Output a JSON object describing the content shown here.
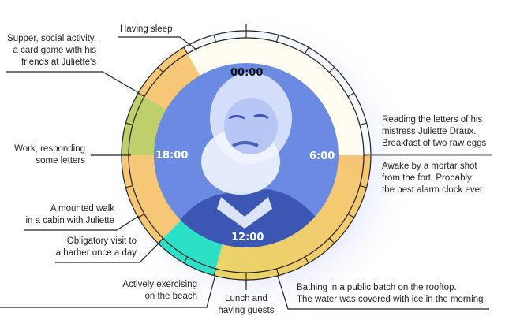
{
  "hours": {
    "h0": "00:00",
    "h6": "6:00",
    "h12": "12:00",
    "h18": "18:00"
  },
  "activities": [
    {
      "id": "sleep",
      "label": "Having sleep",
      "start": 22,
      "end": 6,
      "color": "#fffcf2"
    },
    {
      "id": "morning",
      "label": "Awake by a mortar shot from the fort. Probably the best alarm clock ever",
      "start": 6,
      "end": 13,
      "color": "#f7c776",
      "color2": "#ebd166"
    },
    {
      "id": "exercise",
      "label": "Actively exercising on the beach",
      "start": 13,
      "end": 15,
      "color": "#2be0c6"
    },
    {
      "id": "afternoon",
      "label": "A mounted walk in a cabin with Juliette",
      "start": 15,
      "end": 18,
      "color": "#f6c776"
    },
    {
      "id": "work",
      "label": "Work, responding some letters",
      "start": 18,
      "end": 20,
      "color": "#bfcf6c"
    },
    {
      "id": "supper",
      "label": "Supper, social activity, a card game with his friends at Juliette's",
      "start": 20,
      "end": 22,
      "color": "#f6c776"
    }
  ],
  "labels": {
    "sleep": [
      "Having sleep"
    ],
    "supper": [
      "Supper, social activity,",
      "a card game with his",
      "friends at Juliette's"
    ],
    "work": [
      "Work, responding",
      "some letters"
    ],
    "walk": [
      "A mounted walk",
      "in a cabin with Juliette"
    ],
    "barber": [
      "Obligatory visit to",
      "a barber once a day"
    ],
    "exercise": [
      "Actively exercising",
      "on the beach"
    ],
    "lunch": [
      "Lunch and",
      "having guests"
    ],
    "bathing": [
      "Bathing in a public batch on the rooftop.",
      "The water was covered with ice in the morning"
    ],
    "reading": [
      "Reading the letters of his",
      "mistress Juliette Draux.",
      "Breakfast of two raw eggs"
    ],
    "awake": [
      "Awake by a mortar shot",
      "from the fort. Probably",
      "the best alarm clock ever"
    ]
  },
  "colors": {
    "photo": "#6b8be2",
    "sleep_ring": "#f4f8ff",
    "line": "#222222"
  }
}
